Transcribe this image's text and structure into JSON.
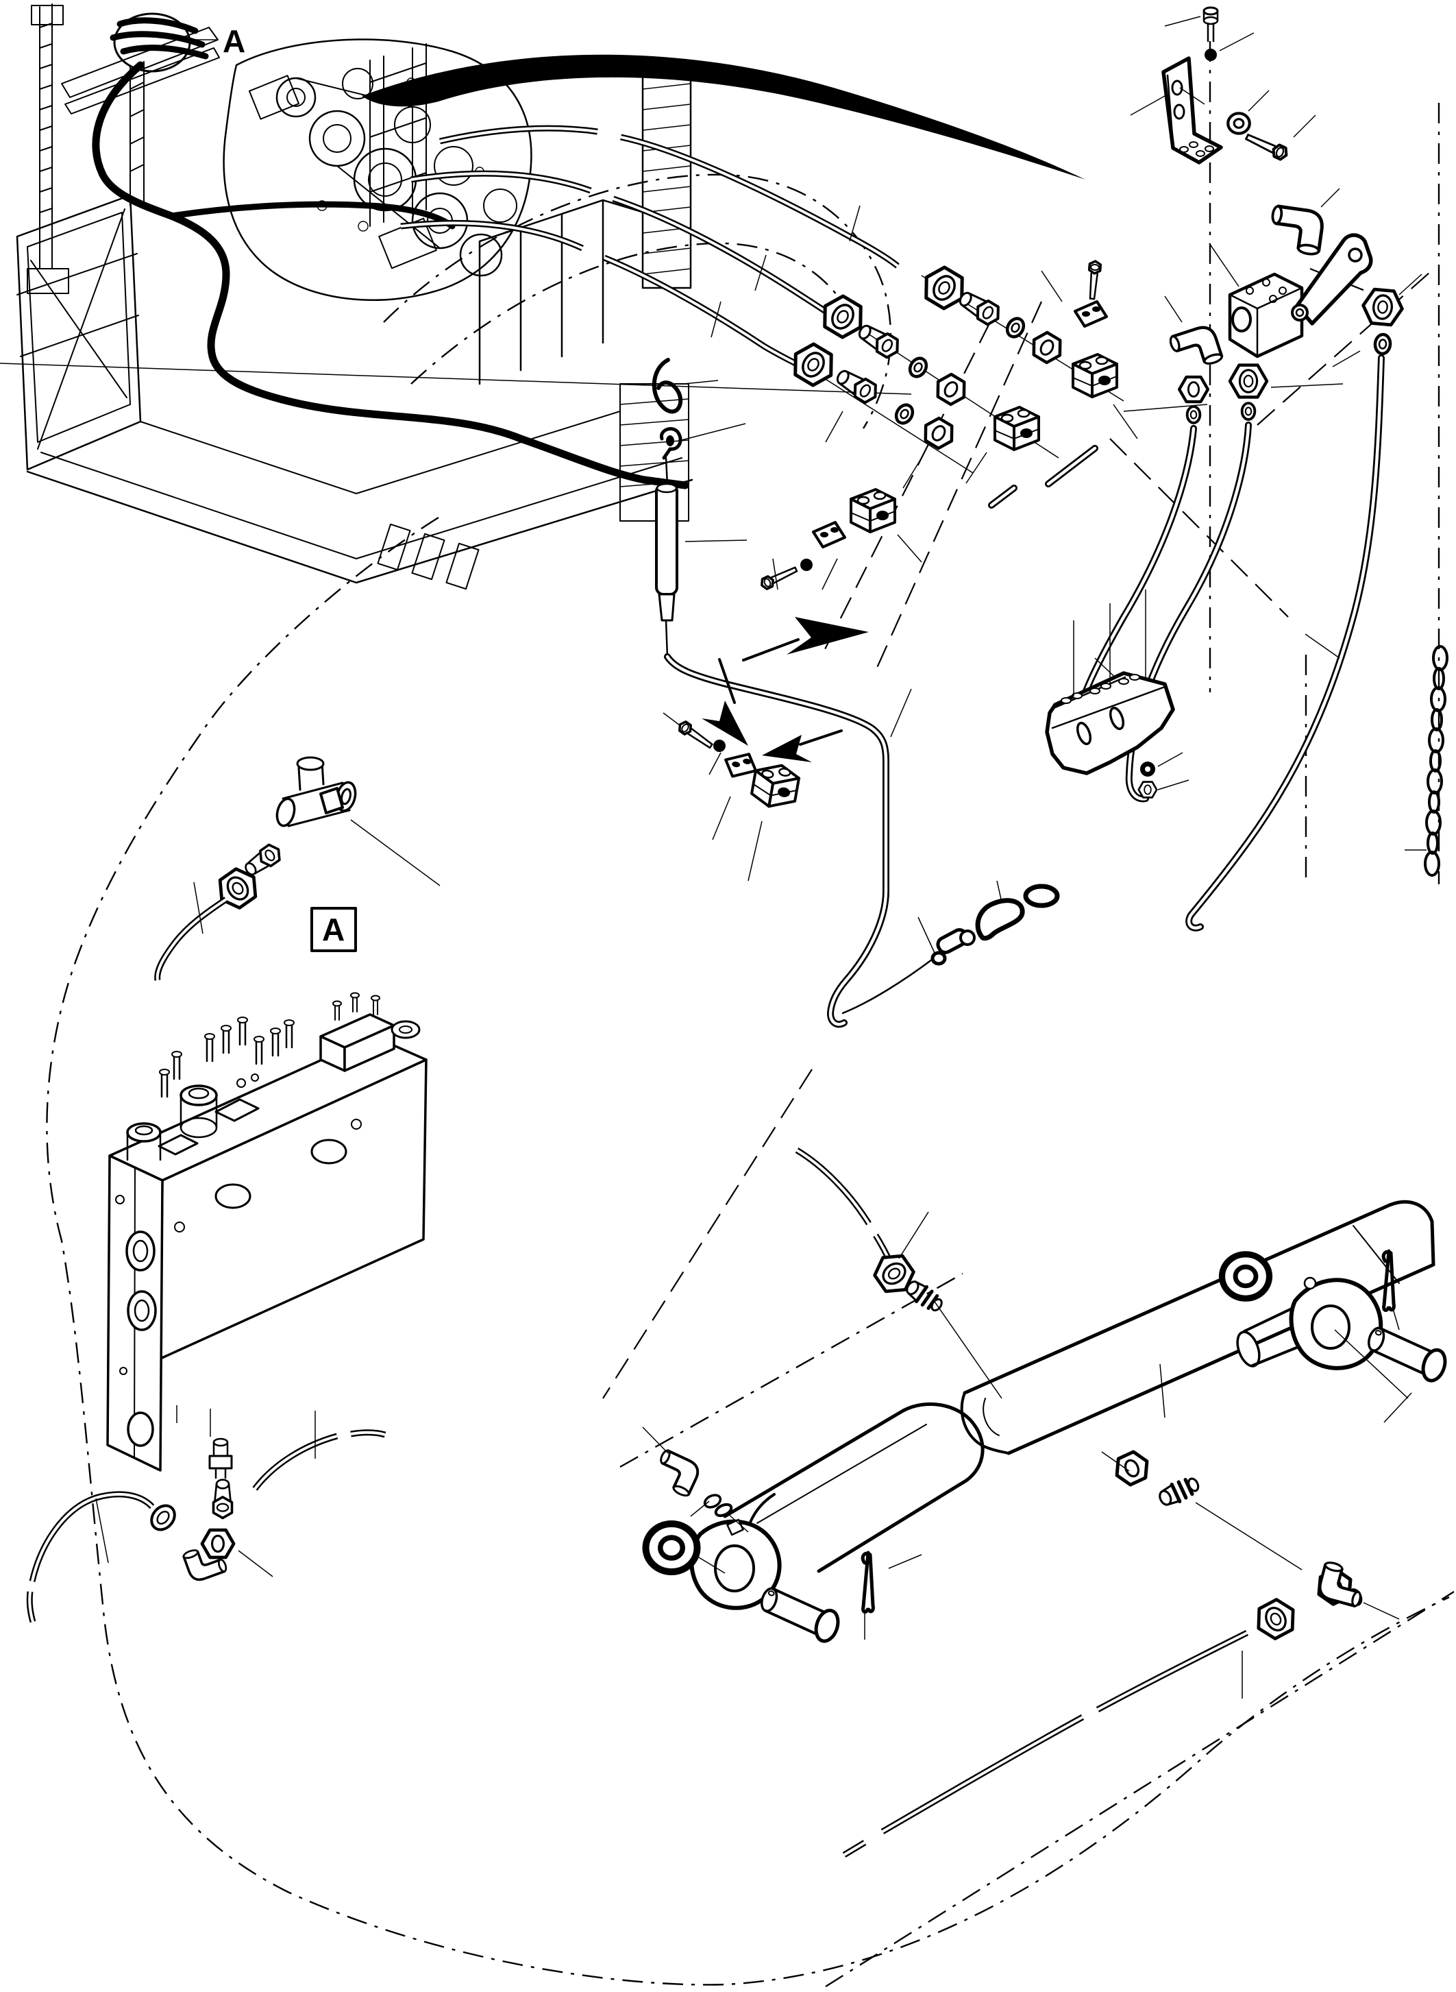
{
  "diagram": {
    "kind": "exploded-parts-line-drawing",
    "labels": {
      "machine_callout": "A",
      "detail_box": "A"
    },
    "colors": {
      "ink": "#000000",
      "paper": "#ffffff"
    },
    "parts": [
      "machine-assembly-overview",
      "highlighted-hose-routing",
      "hose-swoosh-highlight",
      "hydraulic-hoses",
      "swivel-nuts",
      "straight-adapters",
      "ferrules",
      "hex-nuts",
      "pipe-clamp-blocks",
      "clamp-plates",
      "clamp-bolts",
      "seal-washers",
      "angle-bracket",
      "mounting-bracket",
      "ball-valve-with-lever",
      "elbow-fittings",
      "steel-tubes",
      "lynch-pin",
      "snap-hook",
      "grip-pin-with-lanyard",
      "o-ring",
      "teardrop-clip",
      "swivel-clasp",
      "chain",
      "detail-a-tee-fitting",
      "hydraulic-manifold-block",
      "manifold-port-fittings",
      "hydraulic-cylinder",
      "rod-eye",
      "clevis-pins",
      "cotter-pins",
      "washers",
      "direction-arrows"
    ]
  }
}
